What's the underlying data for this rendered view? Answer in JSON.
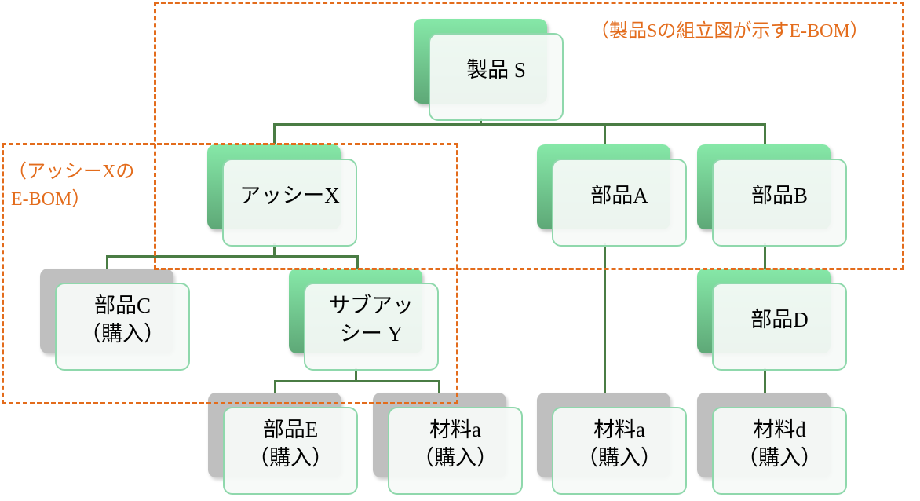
{
  "colors": {
    "assembly": "#6fcf90",
    "purchased": "#bfbfbf",
    "connector": "#4a7c44",
    "highlight": "#e36c1c"
  },
  "annotations": {
    "product_bom": "（製品Sの組立図が示すE-BOM）",
    "assy_bom_line1": "（アッシーXの",
    "assy_bom_line2": "E-BOM）"
  },
  "nodes": {
    "s": {
      "type": "assembly",
      "lines": [
        "製品 S"
      ]
    },
    "x": {
      "type": "assembly",
      "lines": [
        "アッシーX"
      ]
    },
    "a": {
      "type": "assembly",
      "lines": [
        "部品A"
      ]
    },
    "b": {
      "type": "assembly",
      "lines": [
        "部品B"
      ]
    },
    "c": {
      "type": "purchased",
      "lines": [
        "部品C",
        "（購入）"
      ]
    },
    "y": {
      "type": "assembly",
      "lines": [
        "サブアッ",
        "シー Y"
      ]
    },
    "d": {
      "type": "assembly",
      "lines": [
        "部品D"
      ]
    },
    "e": {
      "type": "purchased",
      "lines": [
        "部品E",
        "（購入）"
      ]
    },
    "m1": {
      "type": "purchased",
      "lines": [
        "材料a",
        "（購入）"
      ]
    },
    "m2": {
      "type": "purchased",
      "lines": [
        "材料a",
        "（購入）"
      ]
    },
    "m3": {
      "type": "purchased",
      "lines": [
        "材料d",
        "（購入）"
      ]
    }
  }
}
